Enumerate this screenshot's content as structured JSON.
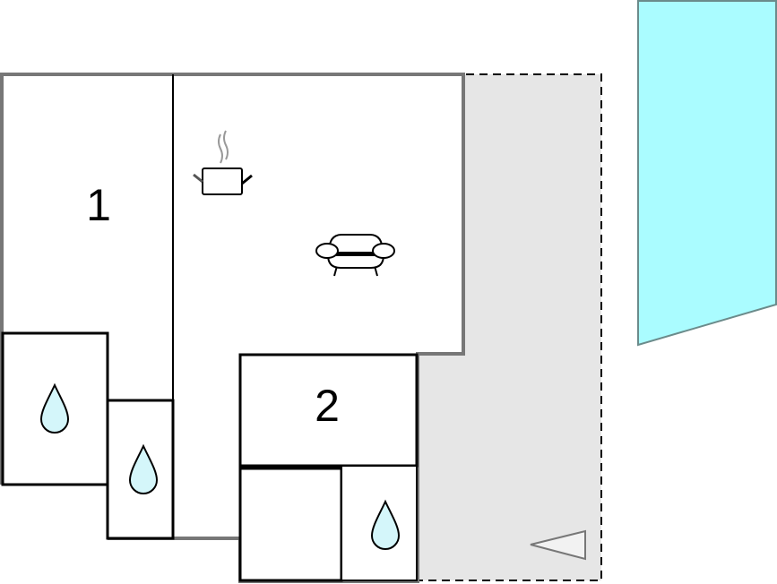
{
  "plan": {
    "rooms": [
      {
        "id": "bedroom-1",
        "label": "1"
      },
      {
        "id": "bedroom-2",
        "label": "2"
      }
    ],
    "icons": [
      "kitchen-pot-icon",
      "sofa-icon",
      "water-drop-icon",
      "water-drop-icon",
      "water-drop-icon",
      "entrance-arrow-icon"
    ],
    "colors": {
      "wall": "#777777",
      "inner_wall": "#000000",
      "terrace": "#e6e6e6",
      "pool": "#aafcff",
      "water_drop": "#d4f6fa"
    }
  }
}
